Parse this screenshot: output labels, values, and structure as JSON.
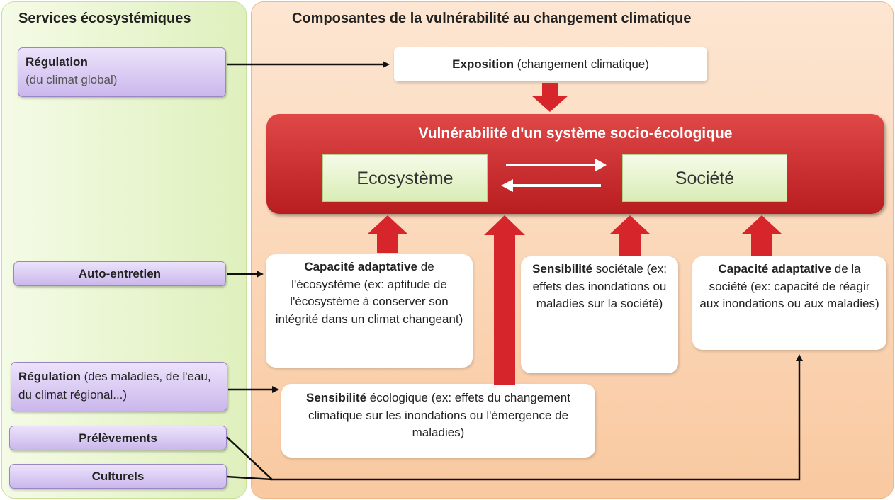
{
  "headings": {
    "left": "Services écosystémiques",
    "right": "Composantes de la vulnérabilité au changement climatique"
  },
  "services": {
    "regulation_global": {
      "bold": "Régulation",
      "sub": "(du climat global)"
    },
    "auto_entretien": {
      "bold": "Auto-entretien"
    },
    "regulation_regional": {
      "bold": "Régulation",
      "rest": " (des maladies, de l'eau, du climat régional...)"
    },
    "prelevements": {
      "bold": "Prélèvements"
    },
    "culturels": {
      "bold": "Culturels"
    }
  },
  "exposition": {
    "bold": "Exposition",
    "rest": " (changement  climatique)"
  },
  "vulnerabilite": {
    "title": "Vulnérabilité d'un système socio-écologique",
    "ecosysteme": "Ecosystème",
    "societe": "Société"
  },
  "capacite_eco": {
    "bold": "Capacité adaptative",
    "rest": " de l'écosystème (ex: aptitude de l'écosystème à conserver son intégrité dans un climat changeant)"
  },
  "sensibilite_soc": {
    "bold": "Sensibilité",
    "rest": " sociétale (ex: effets des inondations ou maladies sur la société)"
  },
  "capacite_soc": {
    "bold": "Capacité adaptative",
    "rest": " de la société (ex: capacité de réagir aux inondations ou aux maladies)"
  },
  "sensibilite_eco": {
    "bold": "Sensibilité",
    "rest": " écologique (ex: effets du changement climatique sur les inondations ou l'émergence de maladies)"
  },
  "colors": {
    "red_arrow": "#d6262b",
    "vulnerability_box": "#c42a2c",
    "service_box": "#d8c9f1",
    "left_panel": "#e6f4c9",
    "right_panel": "#fbd5b5"
  }
}
